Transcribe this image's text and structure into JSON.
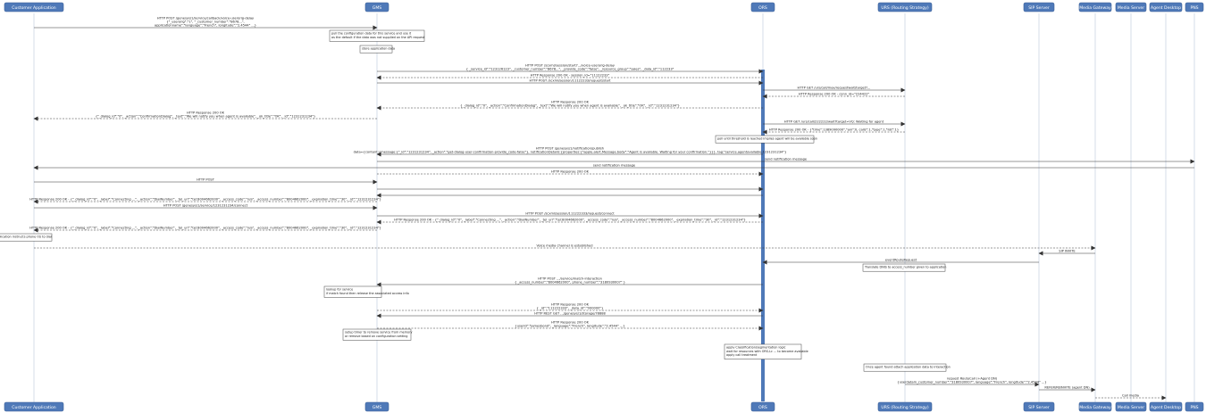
{
  "participants": [
    {
      "id": "ca",
      "label": "Customer Application"
    },
    {
      "id": "gms",
      "label": "GMS"
    },
    {
      "id": "ors",
      "label": "ORS"
    },
    {
      "id": "urs",
      "label": "URS (Routing Strategy)"
    },
    {
      "id": "sip",
      "label": "SIP Server"
    },
    {
      "id": "mg",
      "label": "Media Gateway"
    },
    {
      "id": "ms",
      "label": "Media Server"
    },
    {
      "id": "ad",
      "label": "Agent Desktop"
    },
    {
      "id": "pns",
      "label": "PNS"
    }
  ],
  "messages": [
    {
      "from": "ca",
      "to": "gms",
      "dashed": false,
      "lines": [
        "HTTP POST /genesys/1/service/callback/voice-userorig-delay",
        "{\"_userorig\":\"1\", \"_customer_number\":\"8678...\",",
        "applicationname\":\"language\":\"French\", longitude\":\"2.4544\" ...}"
      ]
    },
    {
      "from": "gms",
      "to": "ors",
      "dashed": false,
      "lines": [
        "HTTP POST /scxml/session/start?.../voice-userorig-delay",
        "{ _service_id\":\"123126123\", _customer_number\":\"8678...\", _provide_code\":\"false\", _resource_group\":\"sales\", _data_id\":\"112233\""
      ]
    },
    {
      "from": "ors",
      "to": "gms",
      "dashed": true,
      "lines": [
        "HTTP Response 200 OK - session_id=\"11122233\""
      ]
    },
    {
      "from": "gms",
      "to": "ors",
      "dashed": false,
      "lines": [
        "HTTP POST /scxml/session/11122233/request/start"
      ]
    },
    {
      "from": "ors",
      "to": "urs",
      "dashed": false,
      "lines": [
        "HTTP GET /urs/call/max/requestwait/target?..."
      ]
    },
    {
      "from": "urs",
      "to": "ors",
      "dashed": true,
      "lines": [
        "HTTP Response 200 OK - conn_id=\"224422\""
      ]
    },
    {
      "from": "ors",
      "to": "gms",
      "dashed": true,
      "lines": [
        "HTTP Response 200 OK",
        "{ _dialog_id\":\"0\", _action\":\"ConfirmationDialog\", _text\":\"We will notify you when agent is available\", _ok_title\":\"OK\", _id\":\"1231231234\"}"
      ]
    },
    {
      "from": "gms",
      "to": "ca",
      "dashed": true,
      "lines": [
        "HTTP Response 200 OK",
        "{\"_dialog_id\":\"0\", _action\":\"ConfirmationDialog\", _text\":\"We will notify you when agent is available\", _ok_title\":\"OK\", _id\":\"1231231234\"}"
      ]
    },
    {
      "from": "ors",
      "to": "urs",
      "dashed": false,
      "lines": [
        "HTTP GET /urs/call/222222/wait?target=VQ: Waiting for agent"
      ]
    },
    {
      "from": "urs",
      "to": "ors",
      "dashed": true,
      "lines": [
        "HTTP Response 200 OK - {\"time\":1389090000\",\"ani\":0, calls\":1,\"type\":1,\"list\":1}"
      ]
    },
    {
      "from": "ors",
      "to": "gms",
      "dashed": false,
      "lines": [
        "HTTP POST /genesys/1/notification/publish",
        "data={content:{message:{\"_id\":\"1231231234\", _action\":\"get-dialog-user-confirmation-provide_code-false\"}, notificationDetails:{properties:{\"apple.alert.Message.body\":\"Agent is available. Waiting for your confirmation.\"}}}, tag:\"service.agentavailable.1231231234\"}"
      ]
    },
    {
      "from": "gms",
      "to": "pns",
      "dashed": false,
      "lines": [
        "send notification message"
      ]
    },
    {
      "from": "pns",
      "to": "ca",
      "dashed": false,
      "lines": [
        "send notification message"
      ]
    },
    {
      "from": "gms",
      "to": "ors",
      "dashed": true,
      "lines": [
        "HTTP Response 200 OK"
      ]
    },
    {
      "from": "ca",
      "to": "gms",
      "dashed": false,
      "lines": [
        "HTTP POST"
      ]
    },
    {
      "from": "gms",
      "to": "ors",
      "dashed": false,
      "lines": [
        ""
      ]
    },
    {
      "from": "ors",
      "to": "gms",
      "dashed": false,
      "lines": [
        ""
      ]
    },
    {
      "from": "gms",
      "to": "ca",
      "dashed": true,
      "lines": [
        "HTTP Response 200 OK - {\"_dialog_id\":\"0\", _label\":\"Connecting ...\", _action\":\"DialNumber\", _tel_url\":\"tel:8004662000\", _access_code\":\"n/a\", _access_number\":\"8004662000\", _expiration_time\":\"30\", _id\":\"1231231234\"}"
      ]
    },
    {
      "from": "ca",
      "to": "gms",
      "dashed": false,
      "lines": [
        "HTTP POST /genesys/1/service/1231231234/connect"
      ]
    },
    {
      "from": "gms",
      "to": "ors",
      "dashed": false,
      "lines": [
        "HTTP POST /scxml/session/111222333/request/connect"
      ]
    },
    {
      "from": "ors",
      "to": "gms",
      "dashed": true,
      "lines": [
        "HTTP Response 200 OK - {\"_dialog_id\":\"0\", _label\":\"Connecting ...\", _action\":\"DialNumber\", _tel_url\":\"tel:8004662000\", _access_code\":\"n/a\", _access_number\":\"8004662000\", _expiration_time\":\"30\", _id\":\"1231231234\"}"
      ]
    },
    {
      "from": "gms",
      "to": "ca",
      "dashed": true,
      "lines": [
        "HTTP Response 200 OK - {\"_dialog_id\":\"0\", _label\":\"Connecting ...\", _action\":\"DialNumber\", _tel_url\":\"tel:8004662000\", _access_code\":\"n/a\", _access_number\":\"8004662000\", _expiration_time\":\"30\", _id\":\"1231231234\"}"
      ]
    },
    {
      "from": "ca",
      "to": "mg",
      "dashed": true,
      "lines": [
        "Voice media channel is established"
      ]
    },
    {
      "from": "mg",
      "to": "sip",
      "dashed": false,
      "lines": [
        "SIP INVITE"
      ]
    },
    {
      "from": "sip",
      "to": "ors",
      "dashed": false,
      "lines": [
        "eventRouteRequest"
      ]
    },
    {
      "from": "ors",
      "to": "gms",
      "dashed": false,
      "lines": [
        "HTTP POST .../service/match-interaction",
        "{ _access_number\":\"8004662000\", phone_number\":\"3180930007\" }"
      ]
    },
    {
      "from": "gms",
      "to": "ors",
      "dashed": true,
      "lines": [
        "HTTP Response 200 OK",
        "{ _id\":\"111222333\", _data_id\":\"000000\"}"
      ]
    },
    {
      "from": "ors",
      "to": "gms",
      "dashed": false,
      "lines": [
        "HTTP REST GET .../genesys/1/storage/78888"
      ]
    },
    {
      "from": "gms",
      "to": "ors",
      "dashed": true,
      "lines": [
        "HTTP Response 200 OK",
        "{userid\":\"jamesbond\", _language\":\"French\", longitude\":\"2.4544\" ...}"
      ]
    },
    {
      "from": "urs",
      "to": "sip",
      "dashed": false,
      "lines": [
        "request RouteCall (+Agent DN)",
        "{userdatam_customer_number\":\"3180930007\", language\":\"French\", longitude\":\"2.4544\" ...}"
      ]
    },
    {
      "from": "sip",
      "to": "mg",
      "dashed": false,
      "lines": [
        "REFER/REINVITE (agent DN)"
      ]
    },
    {
      "from": "mg",
      "to": "ad",
      "dashed": true,
      "lines": [
        "Call media"
      ]
    }
  ],
  "notes": [
    {
      "at": "gms",
      "lines": [
        "pull the configuration data for this service and use it",
        "as the default if the data was not supplied on the API request"
      ]
    },
    {
      "at": "gms",
      "lines": [
        "store application data"
      ]
    },
    {
      "at": "ors",
      "lines": [
        "poll until threshold is reached implies agent will be available soon"
      ]
    },
    {
      "at": "ca",
      "lines": [
        "application instructs phone OS to dial"
      ]
    },
    {
      "at": "ors",
      "lines": [
        "Translate DNIS to access_number given to application"
      ]
    },
    {
      "at": "gms",
      "lines": [
        "lookup for service",
        "if match found then release the associated access info"
      ]
    },
    {
      "at": "gms",
      "lines": [
        "setup timer to remove service from memory",
        "or remove based on configuration setting"
      ]
    },
    {
      "at": "ors",
      "lines": [
        "apply Classification/segmentation logic",
        "wait for resources with ORS-Lc ... to become available",
        "apply call treatment"
      ]
    },
    {
      "at": "urs",
      "lines": [
        "Once agent found attach application data to interaction"
      ]
    }
  ]
}
